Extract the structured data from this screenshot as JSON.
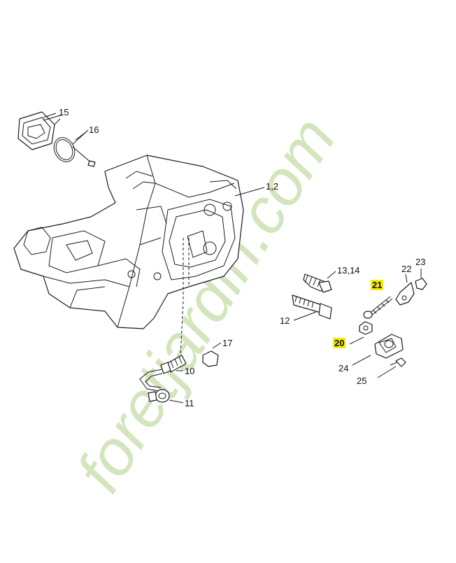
{
  "watermark": {
    "text": "foretjardin.com",
    "color_main": "#cfe3b5",
    "color_dot": "#ffb868",
    "color_com": "#d8d4c8"
  },
  "labels": {
    "l15": "15",
    "l16": "16",
    "l12a": "1,2",
    "l1314": "13,14",
    "l12": "12",
    "l22": "22",
    "l23": "23",
    "l21": "21",
    "l20": "20",
    "l24": "24",
    "l25": "25",
    "l17": "17",
    "l10": "10",
    "l11": "11"
  },
  "highlighted_labels": [
    "20",
    "21"
  ],
  "colors": {
    "line": "#1a1a1a",
    "highlight": "#f5e90a"
  }
}
